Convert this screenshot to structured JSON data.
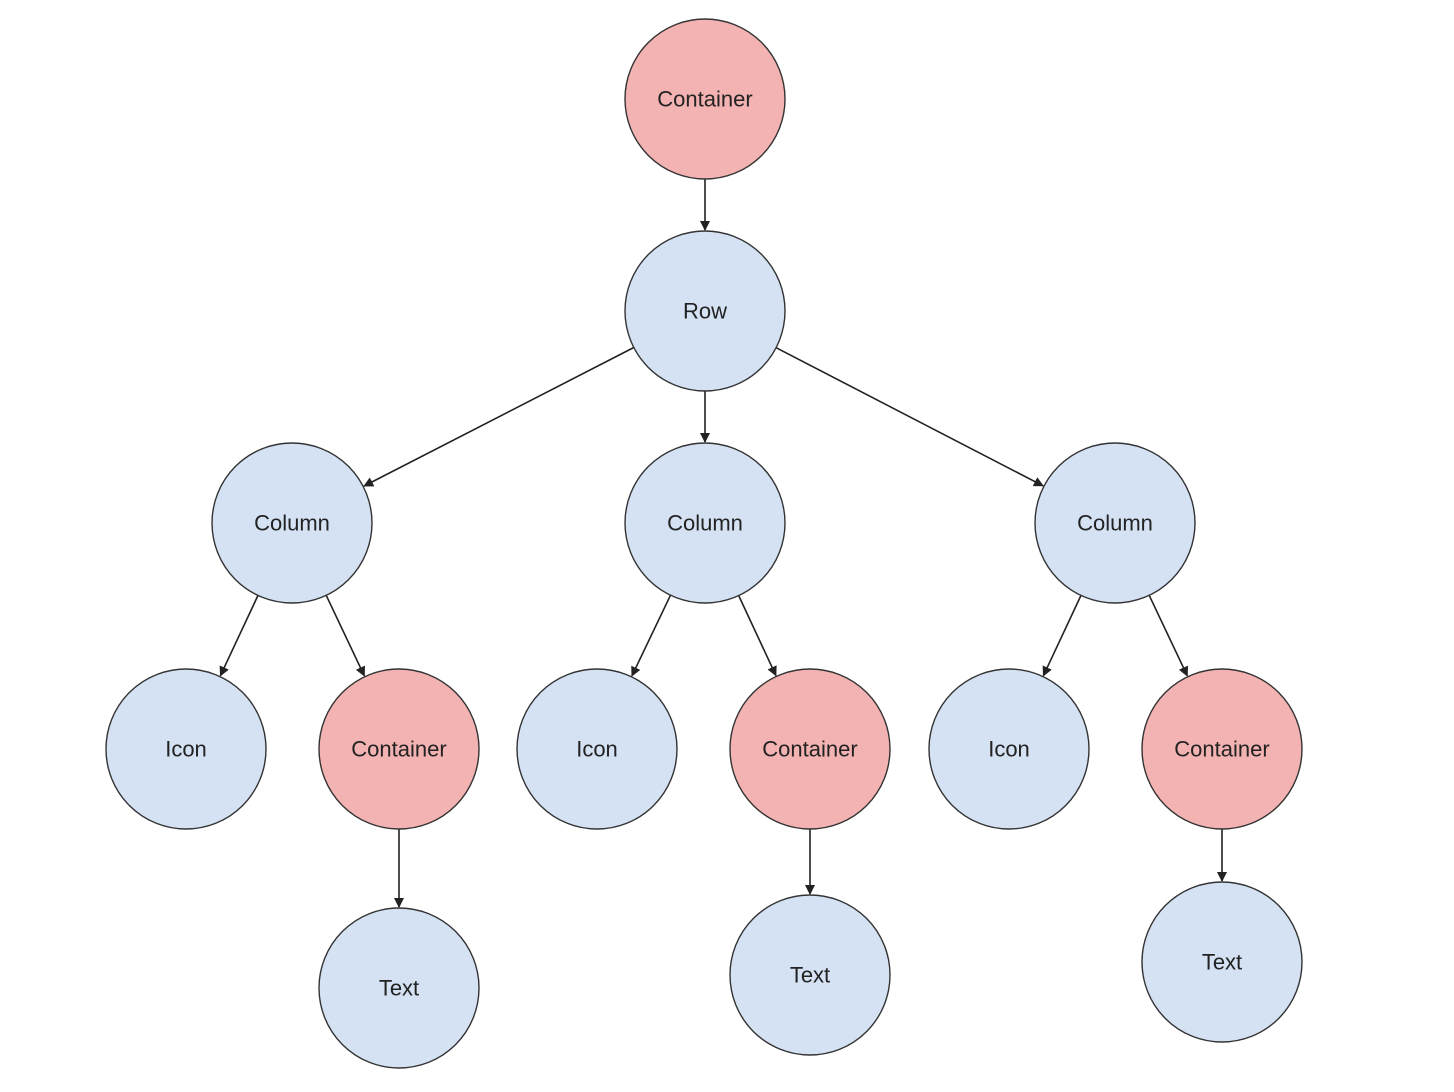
{
  "colors": {
    "container": "#f4b3b3",
    "widget": "#d4e2f3",
    "stroke": "#333333",
    "edge": "#222222"
  },
  "nodes": [
    {
      "id": "n_root",
      "label": "Container",
      "kind": "container"
    },
    {
      "id": "n_row",
      "label": "Row",
      "kind": "widget"
    },
    {
      "id": "n_col1",
      "label": "Column",
      "kind": "widget"
    },
    {
      "id": "n_col2",
      "label": "Column",
      "kind": "widget"
    },
    {
      "id": "n_col3",
      "label": "Column",
      "kind": "widget"
    },
    {
      "id": "n_icon1",
      "label": "Icon",
      "kind": "widget"
    },
    {
      "id": "n_cont1",
      "label": "Container",
      "kind": "container"
    },
    {
      "id": "n_icon2",
      "label": "Icon",
      "kind": "widget"
    },
    {
      "id": "n_cont2",
      "label": "Container",
      "kind": "container"
    },
    {
      "id": "n_icon3",
      "label": "Icon",
      "kind": "widget"
    },
    {
      "id": "n_cont3",
      "label": "Container",
      "kind": "container"
    },
    {
      "id": "n_text1",
      "label": "Text",
      "kind": "widget"
    },
    {
      "id": "n_text2",
      "label": "Text",
      "kind": "widget"
    },
    {
      "id": "n_text3",
      "label": "Text",
      "kind": "widget"
    }
  ],
  "edges": [
    {
      "from": "n_root",
      "to": "n_row"
    },
    {
      "from": "n_row",
      "to": "n_col1"
    },
    {
      "from": "n_row",
      "to": "n_col2"
    },
    {
      "from": "n_row",
      "to": "n_col3"
    },
    {
      "from": "n_col1",
      "to": "n_icon1"
    },
    {
      "from": "n_col1",
      "to": "n_cont1"
    },
    {
      "from": "n_col2",
      "to": "n_icon2"
    },
    {
      "from": "n_col2",
      "to": "n_cont2"
    },
    {
      "from": "n_col3",
      "to": "n_icon3"
    },
    {
      "from": "n_col3",
      "to": "n_cont3"
    },
    {
      "from": "n_cont1",
      "to": "n_text1"
    },
    {
      "from": "n_cont2",
      "to": "n_text2"
    },
    {
      "from": "n_cont3",
      "to": "n_text3"
    }
  ]
}
